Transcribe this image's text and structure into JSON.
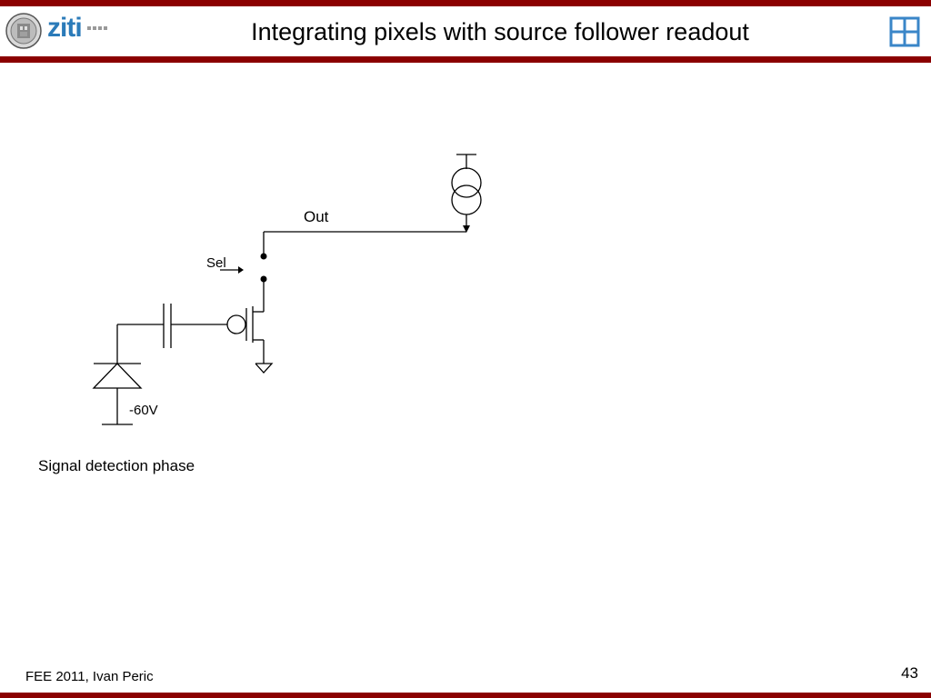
{
  "header": {
    "title": "Integrating pixels with source follower readout",
    "logo_text": "ziti"
  },
  "diagram": {
    "labels": {
      "out": "Out",
      "sel": "Sel",
      "bias": "-60V"
    },
    "caption": "Signal detection phase"
  },
  "footer": {
    "author": "FEE 2011, Ivan Peric",
    "page_number": "43"
  },
  "colors": {
    "bar": "#8b0000",
    "ziti_blue": "#2b7bb9",
    "logo_blue": "#3a86c8"
  },
  "icons": [
    "heidelberg-seal-icon",
    "ziti-logo-icon",
    "institute-logo-icon"
  ]
}
